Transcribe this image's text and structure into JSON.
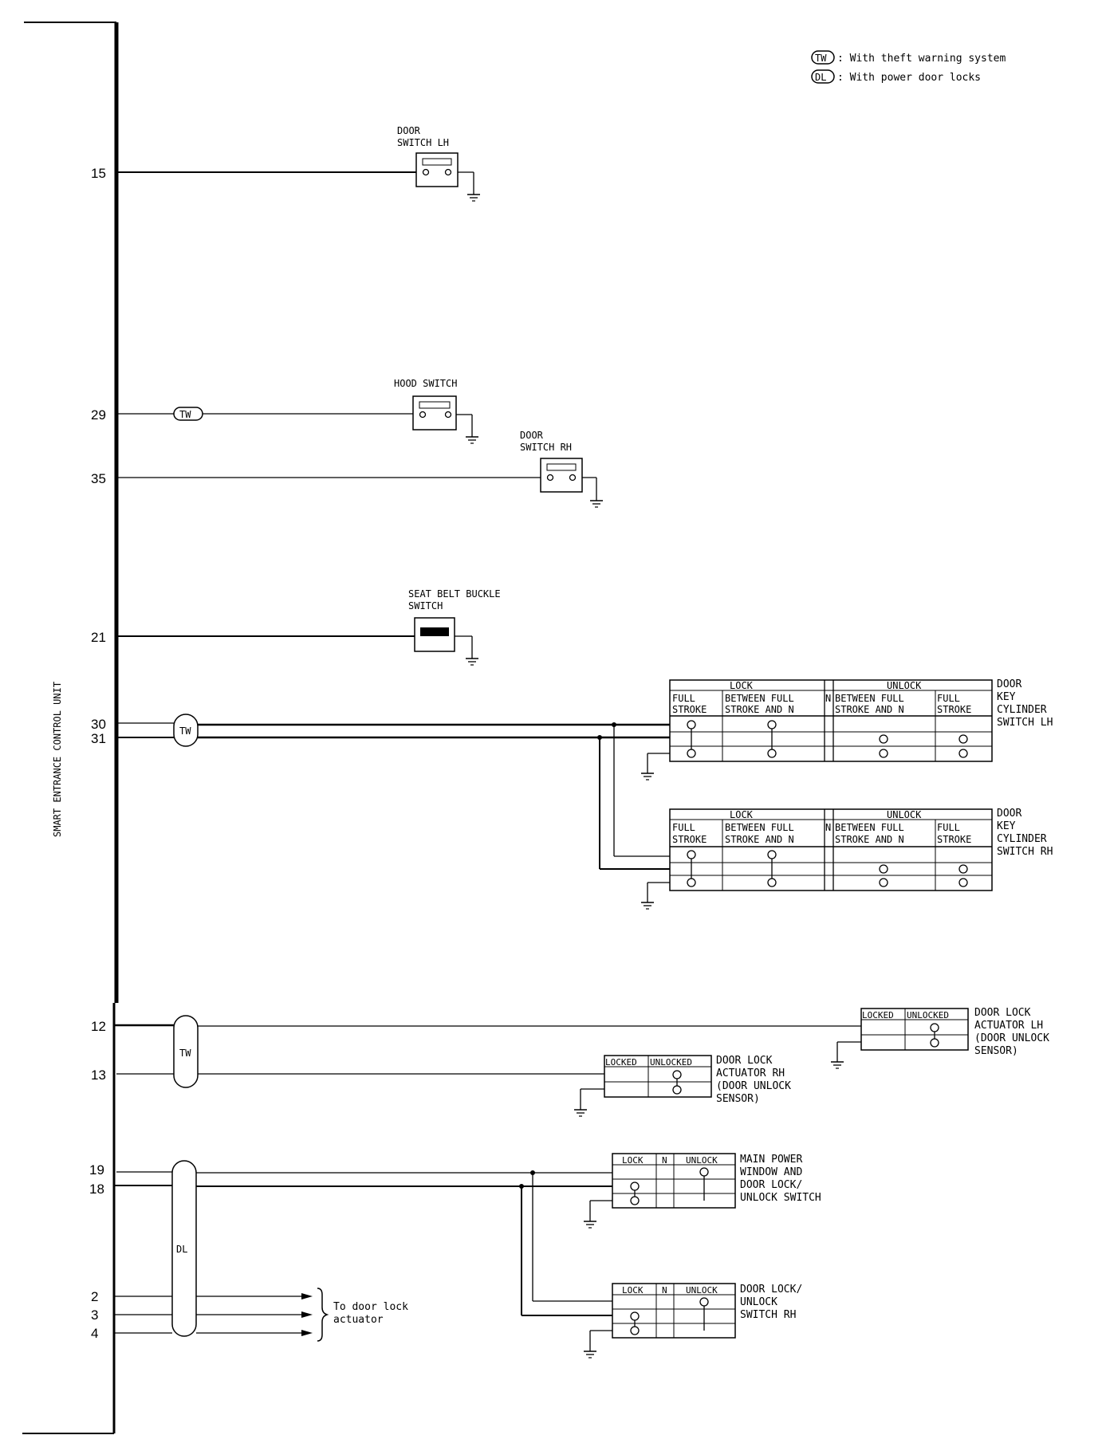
{
  "legend": {
    "tw_tag": "TW",
    "tw_text": ": With theft warning system",
    "dl_tag": "DL",
    "dl_text": ": With power door locks"
  },
  "control_unit": {
    "label": "SMART ENTRANCE CONTROL UNIT"
  },
  "pins": {
    "p15": "15",
    "p29": "29",
    "p35": "35",
    "p21": "21",
    "p30": "30",
    "p31": "31",
    "p12": "12",
    "p13": "13",
    "p19": "19",
    "p18": "18",
    "p2": "2",
    "p3": "3",
    "p4": "4"
  },
  "connectors": {
    "tw": "TW",
    "dl": "DL"
  },
  "components": {
    "door_switch_lh": [
      "DOOR",
      "SWITCH LH"
    ],
    "hood_switch": [
      "HOOD SWITCH"
    ],
    "door_switch_rh": [
      "DOOR",
      "SWITCH RH"
    ],
    "seat_belt": [
      "SEAT BELT BUCKLE",
      "SWITCH"
    ],
    "key_cyl_lh": [
      "DOOR",
      "KEY",
      "CYLINDER",
      "SWITCH LH"
    ],
    "key_cyl_rh": [
      "DOOR",
      "KEY",
      "CYLINDER",
      "SWITCH RH"
    ],
    "act_lh": [
      "DOOR LOCK",
      "ACTUATOR LH",
      "(DOOR UNLOCK",
      "SENSOR)"
    ],
    "act_rh": [
      "DOOR LOCK",
      "ACTUATOR RH",
      "(DOOR UNLOCK",
      "SENSOR)"
    ],
    "main_pw": [
      "MAIN POWER",
      "WINDOW AND",
      "DOOR LOCK/",
      "UNLOCK SWITCH"
    ],
    "lock_rh": [
      "DOOR LOCK/",
      "UNLOCK",
      "SWITCH RH"
    ]
  },
  "key_table": {
    "lock": "LOCK",
    "unlock": "UNLOCK",
    "full": "FULL",
    "stroke": "STROKE",
    "between_1": "BETWEEN FULL",
    "between_2": "STROKE AND N",
    "n": "N"
  },
  "act_table": {
    "locked": "LOCKED",
    "unlocked": "UNLOCKED"
  },
  "sw_table": {
    "lock": "LOCK",
    "n": "N",
    "unlock": "UNLOCK"
  },
  "door_lock_actuator": [
    "To door lock",
    "actuator"
  ]
}
